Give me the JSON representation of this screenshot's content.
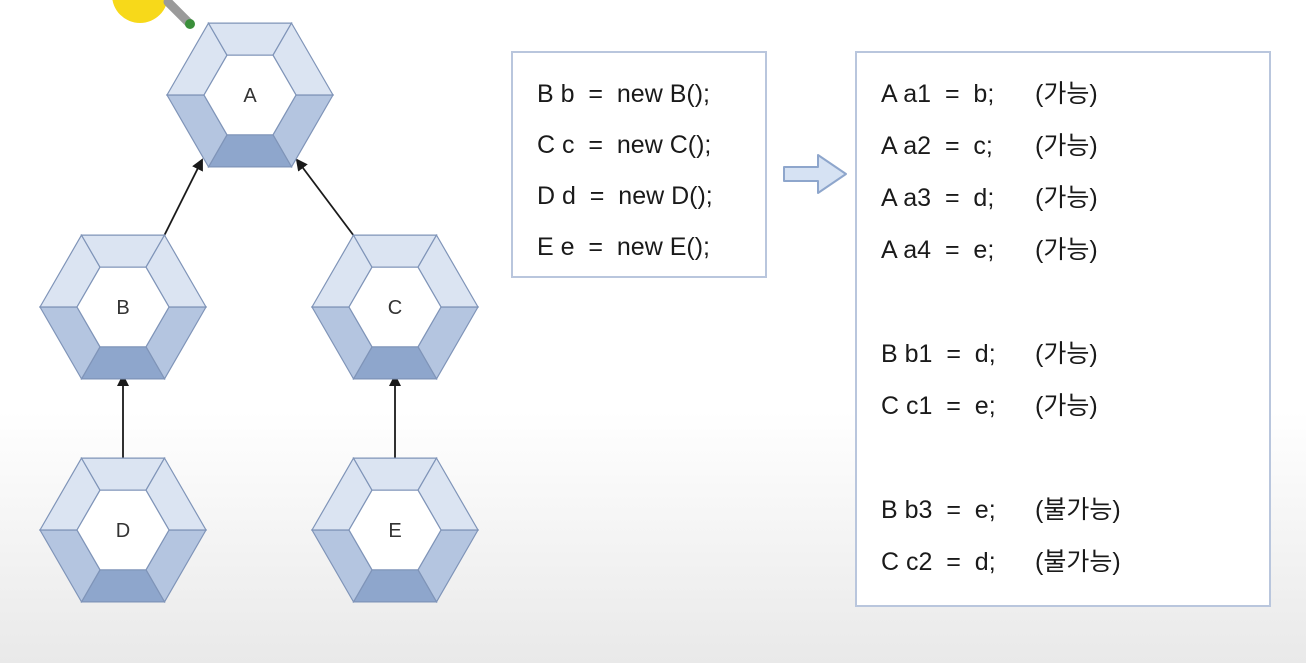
{
  "nodes": [
    {
      "id": "A",
      "label": "A"
    },
    {
      "id": "B",
      "label": "B"
    },
    {
      "id": "C",
      "label": "C"
    },
    {
      "id": "D",
      "label": "D"
    },
    {
      "id": "E",
      "label": "E"
    }
  ],
  "edges": [
    {
      "from": "B",
      "to": "A"
    },
    {
      "from": "C",
      "to": "A"
    },
    {
      "from": "D",
      "to": "B"
    },
    {
      "from": "E",
      "to": "C"
    }
  ],
  "declarations": [
    "B b  =  new B();",
    "C c  =  new C();",
    "D d  =  new D();",
    "E e  =  new E();"
  ],
  "assignment_groups": [
    [
      {
        "stmt": "A a1  =  b;",
        "result": "(가능)"
      },
      {
        "stmt": "A a2  =  c;",
        "result": "(가능)"
      },
      {
        "stmt": "A a3  =  d;",
        "result": "(가능)"
      },
      {
        "stmt": "A a4  =  e;",
        "result": "(가능)"
      }
    ],
    [
      {
        "stmt": "B b1  =  d;",
        "result": "(가능)"
      },
      {
        "stmt": "C c1  =  e;",
        "result": "(가능)"
      }
    ],
    [
      {
        "stmt": "B b3  =  e;",
        "result": "(불가능)"
      },
      {
        "stmt": "C c2  =  d;",
        "result": "(불가능)"
      }
    ]
  ],
  "colors": {
    "hex_light": "#dbe4f2",
    "hex_mid": "#b4c5e0",
    "hex_dark": "#8ea6cc",
    "hex_outline": "#7f94b8",
    "box_border": "#b9c6dd",
    "arrow": "#1a1a1a",
    "big_arrow_fill": "#d6e2f3",
    "big_arrow_stroke": "#8ea6cc",
    "cursor_yellow": "#f7d91a"
  }
}
